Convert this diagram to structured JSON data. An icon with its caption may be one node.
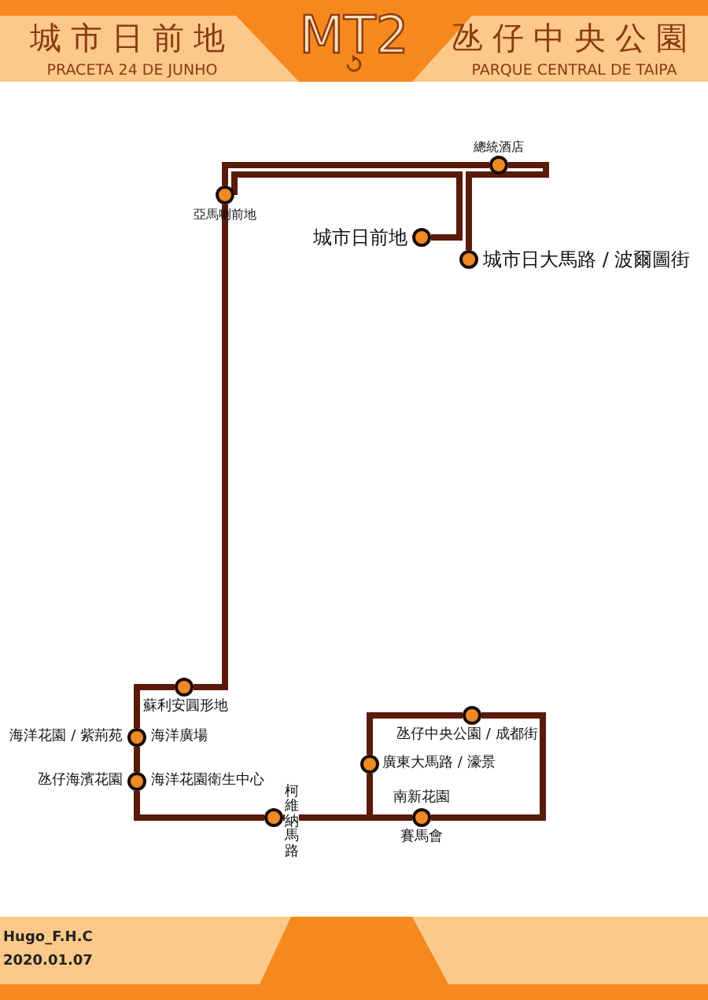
{
  "diagram": {
    "nodes": [
      {
        "text": [
          "總統酒店"
        ]
      },
      {
        "text": [
          "亞馬喇前地"
        ]
      },
      {
        "text": [
          "城市日前地"
        ]
      },
      {
        "text": [
          "城市日大馬路 / 波爾圖街"
        ]
      },
      {
        "text": [
          "蘇利安圓形地"
        ]
      },
      {
        "text": [
          "海洋花園 / 紫荊苑",
          "海洋廣場"
        ]
      },
      {
        "text": [
          "氹仔海濱花園",
          "海洋花園衛生中心"
        ]
      },
      {
        "text": [
          "氹仔中央公園 / 成都街"
        ]
      },
      {
        "text": [
          "廣東大馬路 / 濠景"
        ]
      },
      {
        "text": [
          "柯維納馬路"
        ]
      },
      {
        "text": [
          "南新花園",
          "賽馬會"
        ]
      }
    ],
    "edges": [
      {
        "from": 2,
        "to": 1,
        "arrow": "none"
      },
      {
        "from": 1,
        "to": 4,
        "arrow": "none"
      },
      {
        "from": 4,
        "to": 5,
        "arrow": "none"
      },
      {
        "from": 5,
        "to": 6,
        "arrow": "none"
      },
      {
        "from": 6,
        "to": 9,
        "arrow": "none"
      },
      {
        "from": 9,
        "to": 10,
        "arrow": "none"
      },
      {
        "from": 10,
        "to": 7,
        "arrow": "none"
      },
      {
        "from": 7,
        "to": 8,
        "arrow": "none"
      },
      {
        "from": 8,
        "to": 10,
        "arrow": "none"
      },
      {
        "from": 1,
        "to": 0,
        "arrow": "none"
      },
      {
        "from": 0,
        "to": 3,
        "arrow": "none"
      }
    ],
    "labels": [
      "城市日前地",
      "MT2",
      "氹仔中央公園",
      "PRACETA 24 DE JUNHO",
      "PARQUE CENTRAL DE TAIPA",
      "Hugo_F.H.C",
      "2020.01.07"
    ]
  }
}
